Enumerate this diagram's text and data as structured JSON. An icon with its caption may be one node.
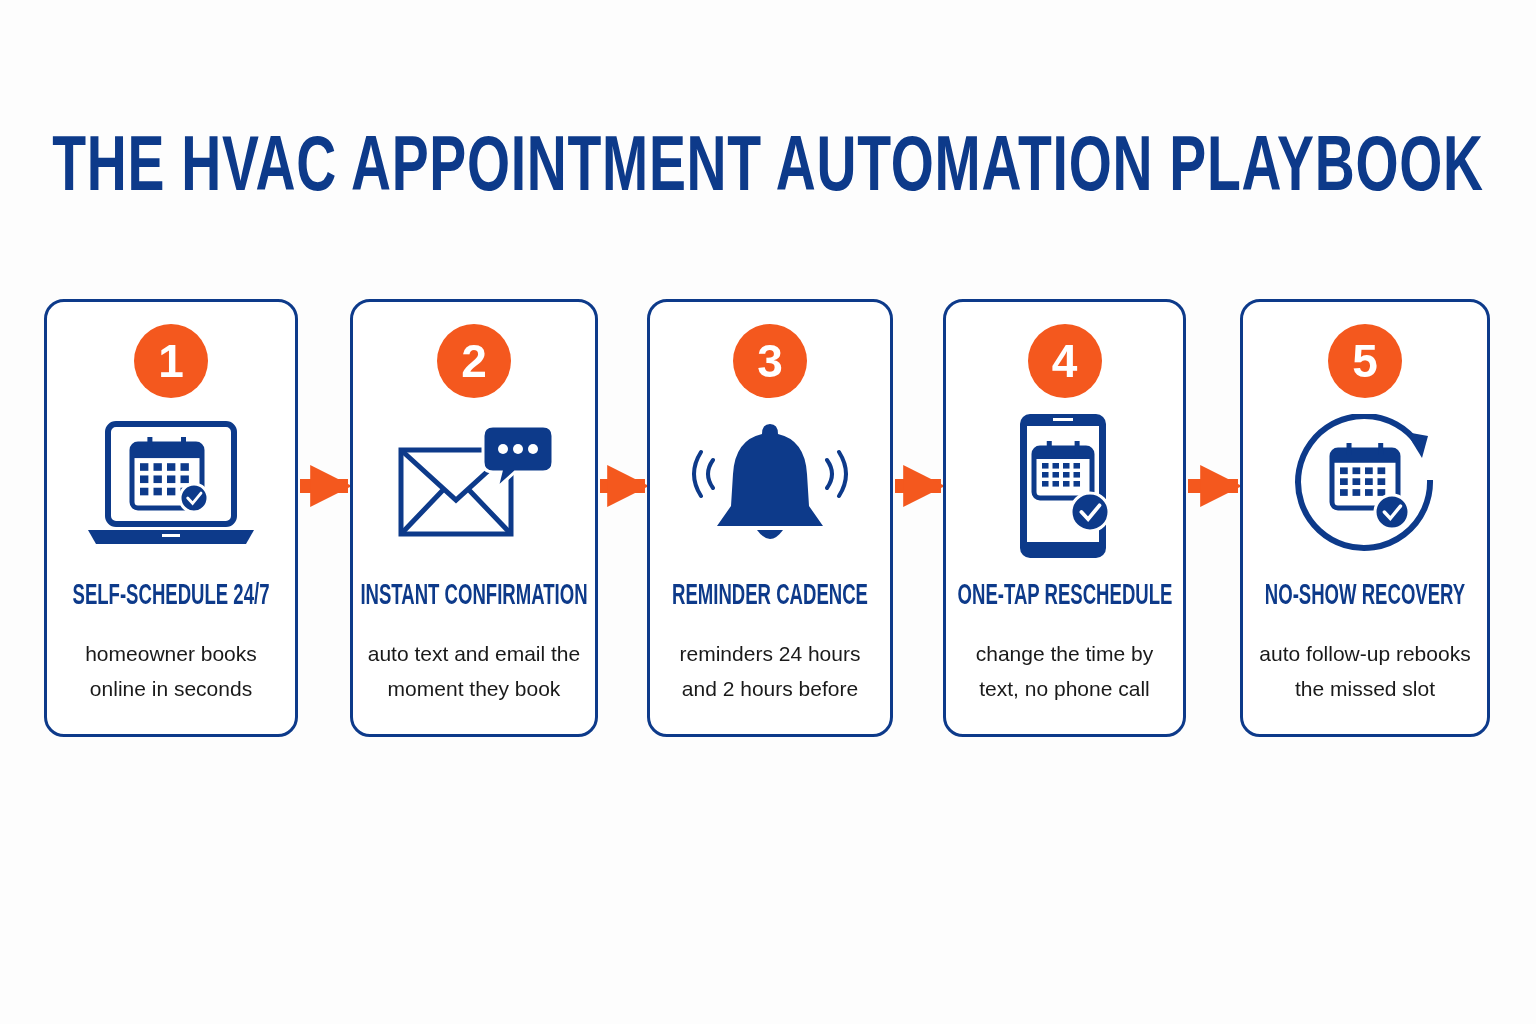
{
  "diagram": {
    "title": "THE HVAC APPOINTMENT AUTOMATION PLAYBOOK",
    "nodes": [
      {
        "text": [
          "1",
          "SELF-SCHEDULE 24/7",
          "homeowner books online in seconds"
        ]
      },
      {
        "text": [
          "2",
          "INSTANT CONFIRMATION",
          "auto text and email the moment they book"
        ]
      },
      {
        "text": [
          "3",
          "REMINDER CADENCE",
          "reminders 24 hours and 2 hours before"
        ]
      },
      {
        "text": [
          "4",
          "ONE-TAP RESCHEDULE",
          "change the time by text, no phone call"
        ]
      },
      {
        "text": [
          "5",
          "NO-SHOW RECOVERY",
          "auto follow-up rebooks the missed slot"
        ]
      }
    ],
    "edges": [
      {
        "from": 0,
        "to": 1,
        "arrow": "to"
      },
      {
        "from": 1,
        "to": 2,
        "arrow": "to"
      },
      {
        "from": 2,
        "to": 3,
        "arrow": "to"
      },
      {
        "from": 3,
        "to": 4,
        "arrow": "to"
      }
    ]
  }
}
